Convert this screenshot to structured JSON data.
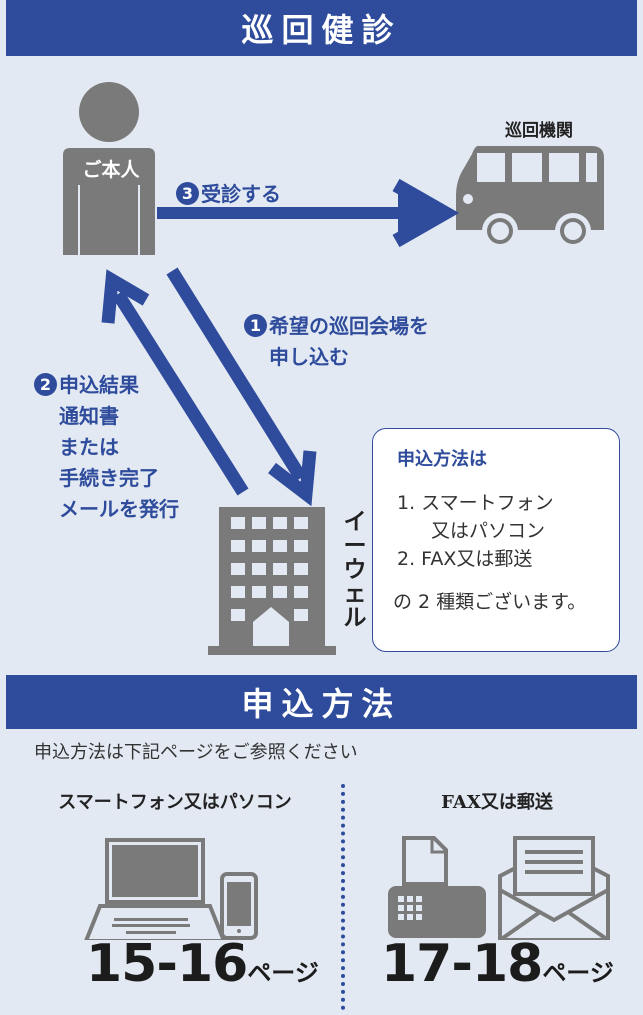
{
  "header": {
    "title": "巡回健診"
  },
  "flow": {
    "person_label": "ご本人",
    "bus_label": "巡回機関",
    "ewell_label": [
      "イ",
      "ー",
      "ウ",
      "ェ",
      "ル"
    ],
    "step3": {
      "number": "3",
      "text": "受診する"
    },
    "step1": {
      "number": "1",
      "lines": [
        "希望の巡回会場を",
        "申し込む"
      ]
    },
    "step2": {
      "number": "2",
      "lines": [
        "申込結果",
        "通知書",
        "または",
        "手続き完了",
        "メールを発行"
      ]
    }
  },
  "info_box": {
    "title": "申込方法は",
    "items": [
      "1.  スマートフォン",
      "又はパソコン",
      "2.  FAX又は郵送"
    ],
    "footer": "の 2 種類ございます。"
  },
  "section2": {
    "title": "申込方法",
    "intro": "申込方法は下記ページをご参照ください",
    "left": {
      "heading": "スマートフォン又はパソコン",
      "pages": "15-16",
      "suffix": "ページ"
    },
    "right": {
      "heading": "FAX又は郵送",
      "pages": "17-18",
      "suffix": "ページ"
    }
  },
  "colors": {
    "primary": "#2e4b9c",
    "background": "#e3e9f3",
    "icon_gray": "#7a7a7a"
  },
  "icons": [
    "person-icon",
    "bus-icon",
    "office-building-icon",
    "laptop-icon",
    "smartphone-icon",
    "fax-icon",
    "envelope-icon"
  ]
}
